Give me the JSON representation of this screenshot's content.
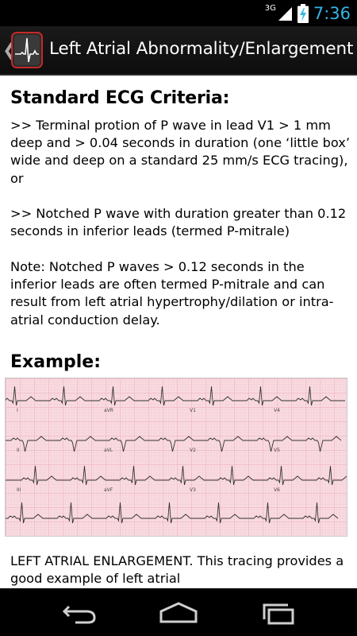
{
  "status_bar": {
    "network": "3G",
    "time": "7:36",
    "colors": {
      "accent": "#33b5e5"
    },
    "icons": [
      "signal-icon",
      "battery-charging-icon"
    ]
  },
  "action_bar": {
    "title": "Left Atrial Abnormality/Enlargement",
    "icons": [
      "up-caret-icon",
      "ecg-app-icon"
    ]
  },
  "content": {
    "criteria_heading": "Standard ECG Criteria:",
    "criteria_1": ">> Terminal protion of P wave in lead V1 > 1 mm deep and > 0.04 seconds in duration (one ‘little box’ wide and deep on a standard 25 mm/s ECG tracing), or",
    "criteria_2": ">> Notched P wave with duration greater than 0.12 seconds in inferior leads (termed P-mitrale)",
    "note": "Note: Notched P waves > 0.12 seconds in the inferior leads are often termed P-mitrale and can result from left atrial hypertrophy/dilation or intra-atrial conduction delay.",
    "example_heading": "Example:",
    "ecg_lead_labels": [
      "I",
      "aVR",
      "V1",
      "V4",
      "II",
      "aVL",
      "V2",
      "V5",
      "III",
      "aVF",
      "V3",
      "V6"
    ],
    "caption": "LEFT ATRIAL ENLARGEMENT. This tracing provides a good example of left atrial"
  },
  "nav_bar": {
    "icons": [
      "back-icon",
      "home-icon",
      "recents-icon"
    ]
  }
}
